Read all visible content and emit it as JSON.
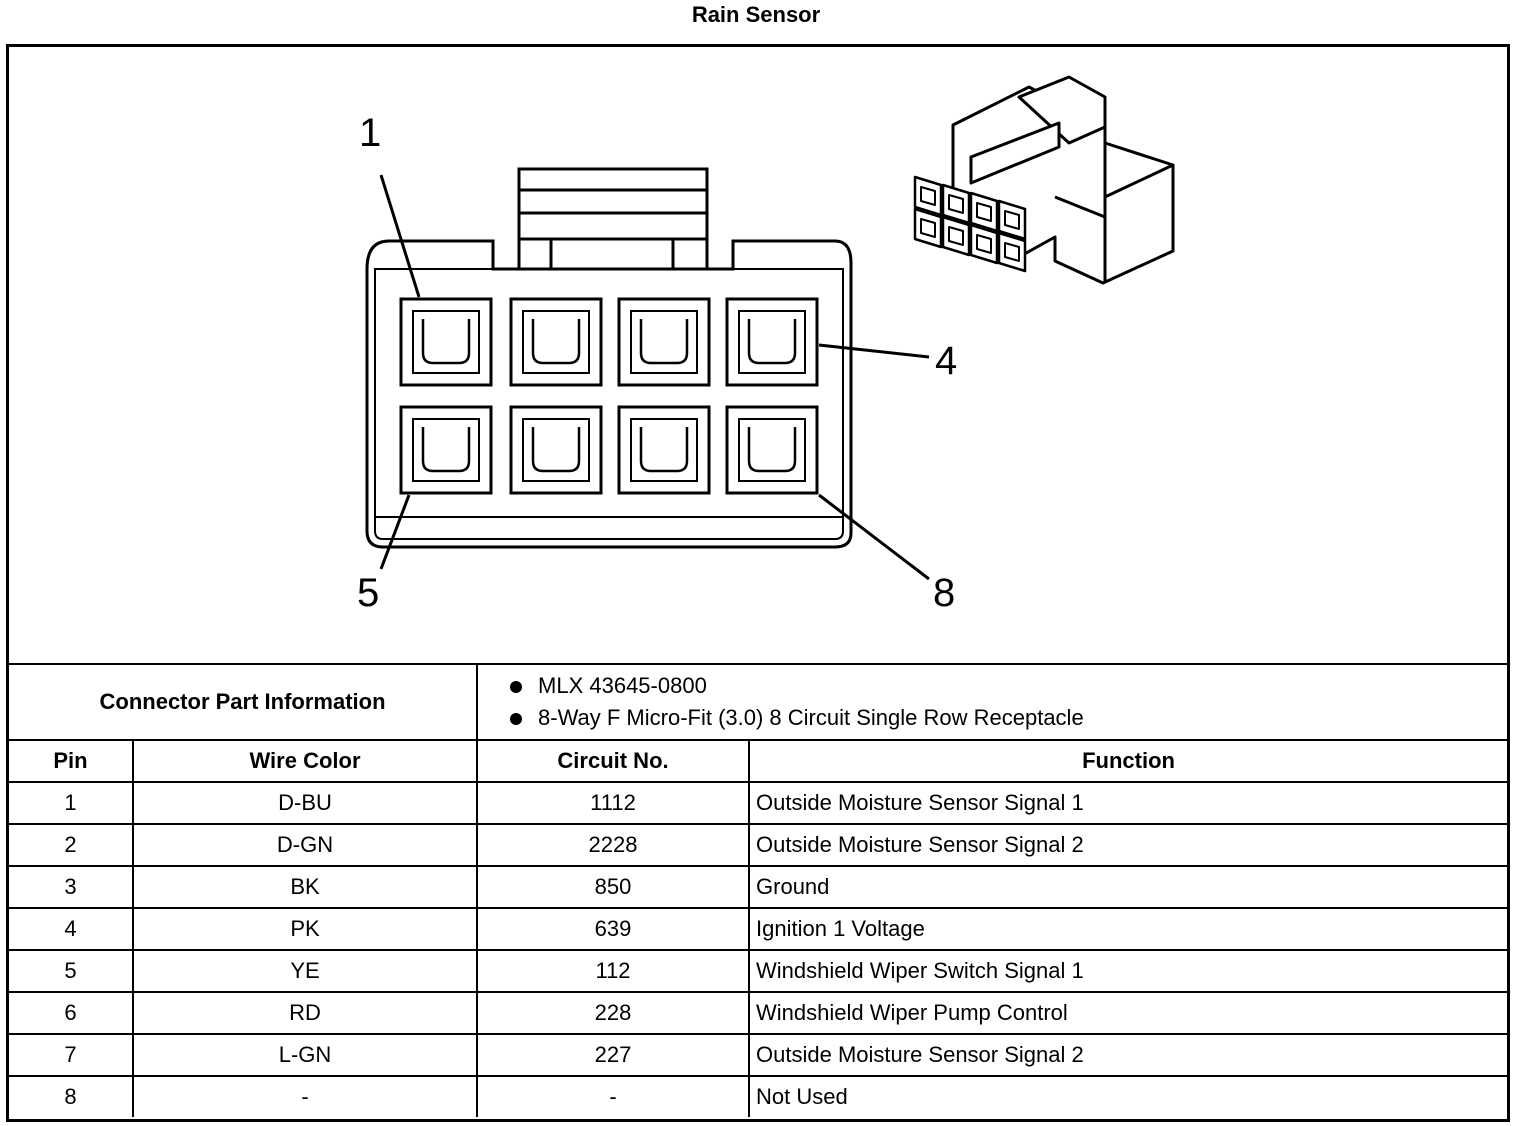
{
  "title": "Rain Sensor",
  "pin_labels": {
    "p1": "1",
    "p4": "4",
    "p5": "5",
    "p8": "8"
  },
  "connector_info": {
    "label": "Connector Part Information",
    "items": [
      "MLX 43645-0800",
      "8-Way F Micro-Fit (3.0) 8 Circuit Single Row Receptacle"
    ]
  },
  "table": {
    "headers": [
      "Pin",
      "Wire Color",
      "Circuit No.",
      "Function"
    ],
    "rows": [
      {
        "pin": "1",
        "color": "D-BU",
        "circuit": "1112",
        "function": "Outside Moisture Sensor Signal 1"
      },
      {
        "pin": "2",
        "color": "D-GN",
        "circuit": "2228",
        "function": "Outside Moisture Sensor Signal 2"
      },
      {
        "pin": "3",
        "color": "BK",
        "circuit": "850",
        "function": "Ground"
      },
      {
        "pin": "4",
        "color": "PK",
        "circuit": "639",
        "function": "Ignition 1 Voltage"
      },
      {
        "pin": "5",
        "color": "YE",
        "circuit": "112",
        "function": "Windshield Wiper Switch Signal 1"
      },
      {
        "pin": "6",
        "color": "RD",
        "circuit": "228",
        "function": "Windshield Wiper Pump Control"
      },
      {
        "pin": "7",
        "color": "L-GN",
        "circuit": "227",
        "function": "Outside Moisture Sensor Signal 2"
      },
      {
        "pin": "8",
        "color": "-",
        "circuit": "-",
        "function": "Not Used"
      }
    ]
  }
}
